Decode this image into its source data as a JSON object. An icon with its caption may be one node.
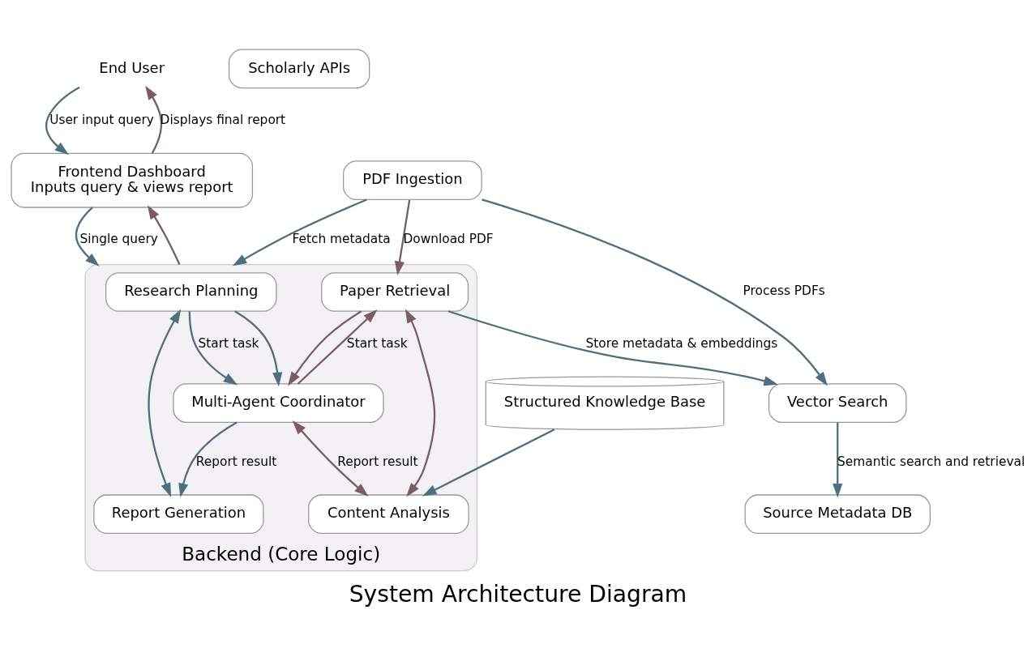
{
  "diagram": {
    "title": "System Architecture Diagram",
    "nodes": [
      {
        "text": [
          "End User"
        ]
      },
      {
        "text": [
          "Frontend Dashboard",
          "Inputs query & views report"
        ]
      },
      {
        "text": [
          "Scholarly APIs"
        ]
      },
      {
        "text": [
          "Backend (Core Logic)"
        ]
      },
      {
        "text": [
          "Research Planning"
        ],
        "in": 3
      },
      {
        "text": [
          "Paper Retrieval"
        ],
        "in": 3
      },
      {
        "text": [
          "Multi-Agent Coordinator"
        ],
        "in": 3
      },
      {
        "text": [
          "Report Generation"
        ],
        "in": 3
      },
      {
        "text": [
          "Content Analysis"
        ],
        "in": 3
      },
      {
        "text": [
          "PDF Ingestion"
        ]
      },
      {
        "text": [
          "Vector Search"
        ]
      },
      {
        "text": [
          "Structured Knowledge Base"
        ]
      },
      {
        "text": [
          "Source Metadata DB"
        ]
      }
    ],
    "edges": [
      {
        "from": 0,
        "to": 1,
        "arrow": "to",
        "label": "User input query"
      },
      {
        "from": 1,
        "to": 0,
        "arrow": "to",
        "label": "Displays final report",
        "color": "#7a5c66"
      },
      {
        "from": 1,
        "to": 3,
        "arrow": "to",
        "label": "Single query"
      },
      {
        "from": 3,
        "to": 1,
        "arrow": "to",
        "color": "#7a5c66"
      },
      {
        "from": 4,
        "to": 6,
        "arrow": "to",
        "label": "Start task"
      },
      {
        "from": 6,
        "to": 5,
        "arrow": "to",
        "label": "Start task",
        "color": "#7a5c66"
      },
      {
        "from": 4,
        "to": 7,
        "arrow": "both"
      },
      {
        "from": 4,
        "to": 6,
        "arrow": "to"
      },
      {
        "from": 5,
        "to": 8,
        "arrow": "both",
        "color": "#7a5c66"
      },
      {
        "from": 5,
        "to": 6,
        "arrow": "to",
        "color": "#7a5c66"
      },
      {
        "from": 6,
        "to": 7,
        "arrow": "to",
        "label": "Report result"
      },
      {
        "from": 6,
        "to": 8,
        "arrow": "both",
        "label": "Report result",
        "color": "#7a5c66"
      },
      {
        "from": 9,
        "to": 3,
        "arrow": "to",
        "label": "Fetch metadata"
      },
      {
        "from": 9,
        "to": 5,
        "arrow": "to",
        "label": "Download PDF",
        "color": "#7a5c66"
      },
      {
        "from": 5,
        "to": 10,
        "arrow": "to",
        "label": "Store metadata & embeddings"
      },
      {
        "from": 9,
        "to": 10,
        "arrow": "to",
        "label": "Process PDFs"
      },
      {
        "from": 10,
        "to": 12,
        "arrow": "to",
        "label": "Semantic search and retrieval"
      },
      {
        "from": 11,
        "to": 8,
        "arrow": "to"
      }
    ]
  }
}
